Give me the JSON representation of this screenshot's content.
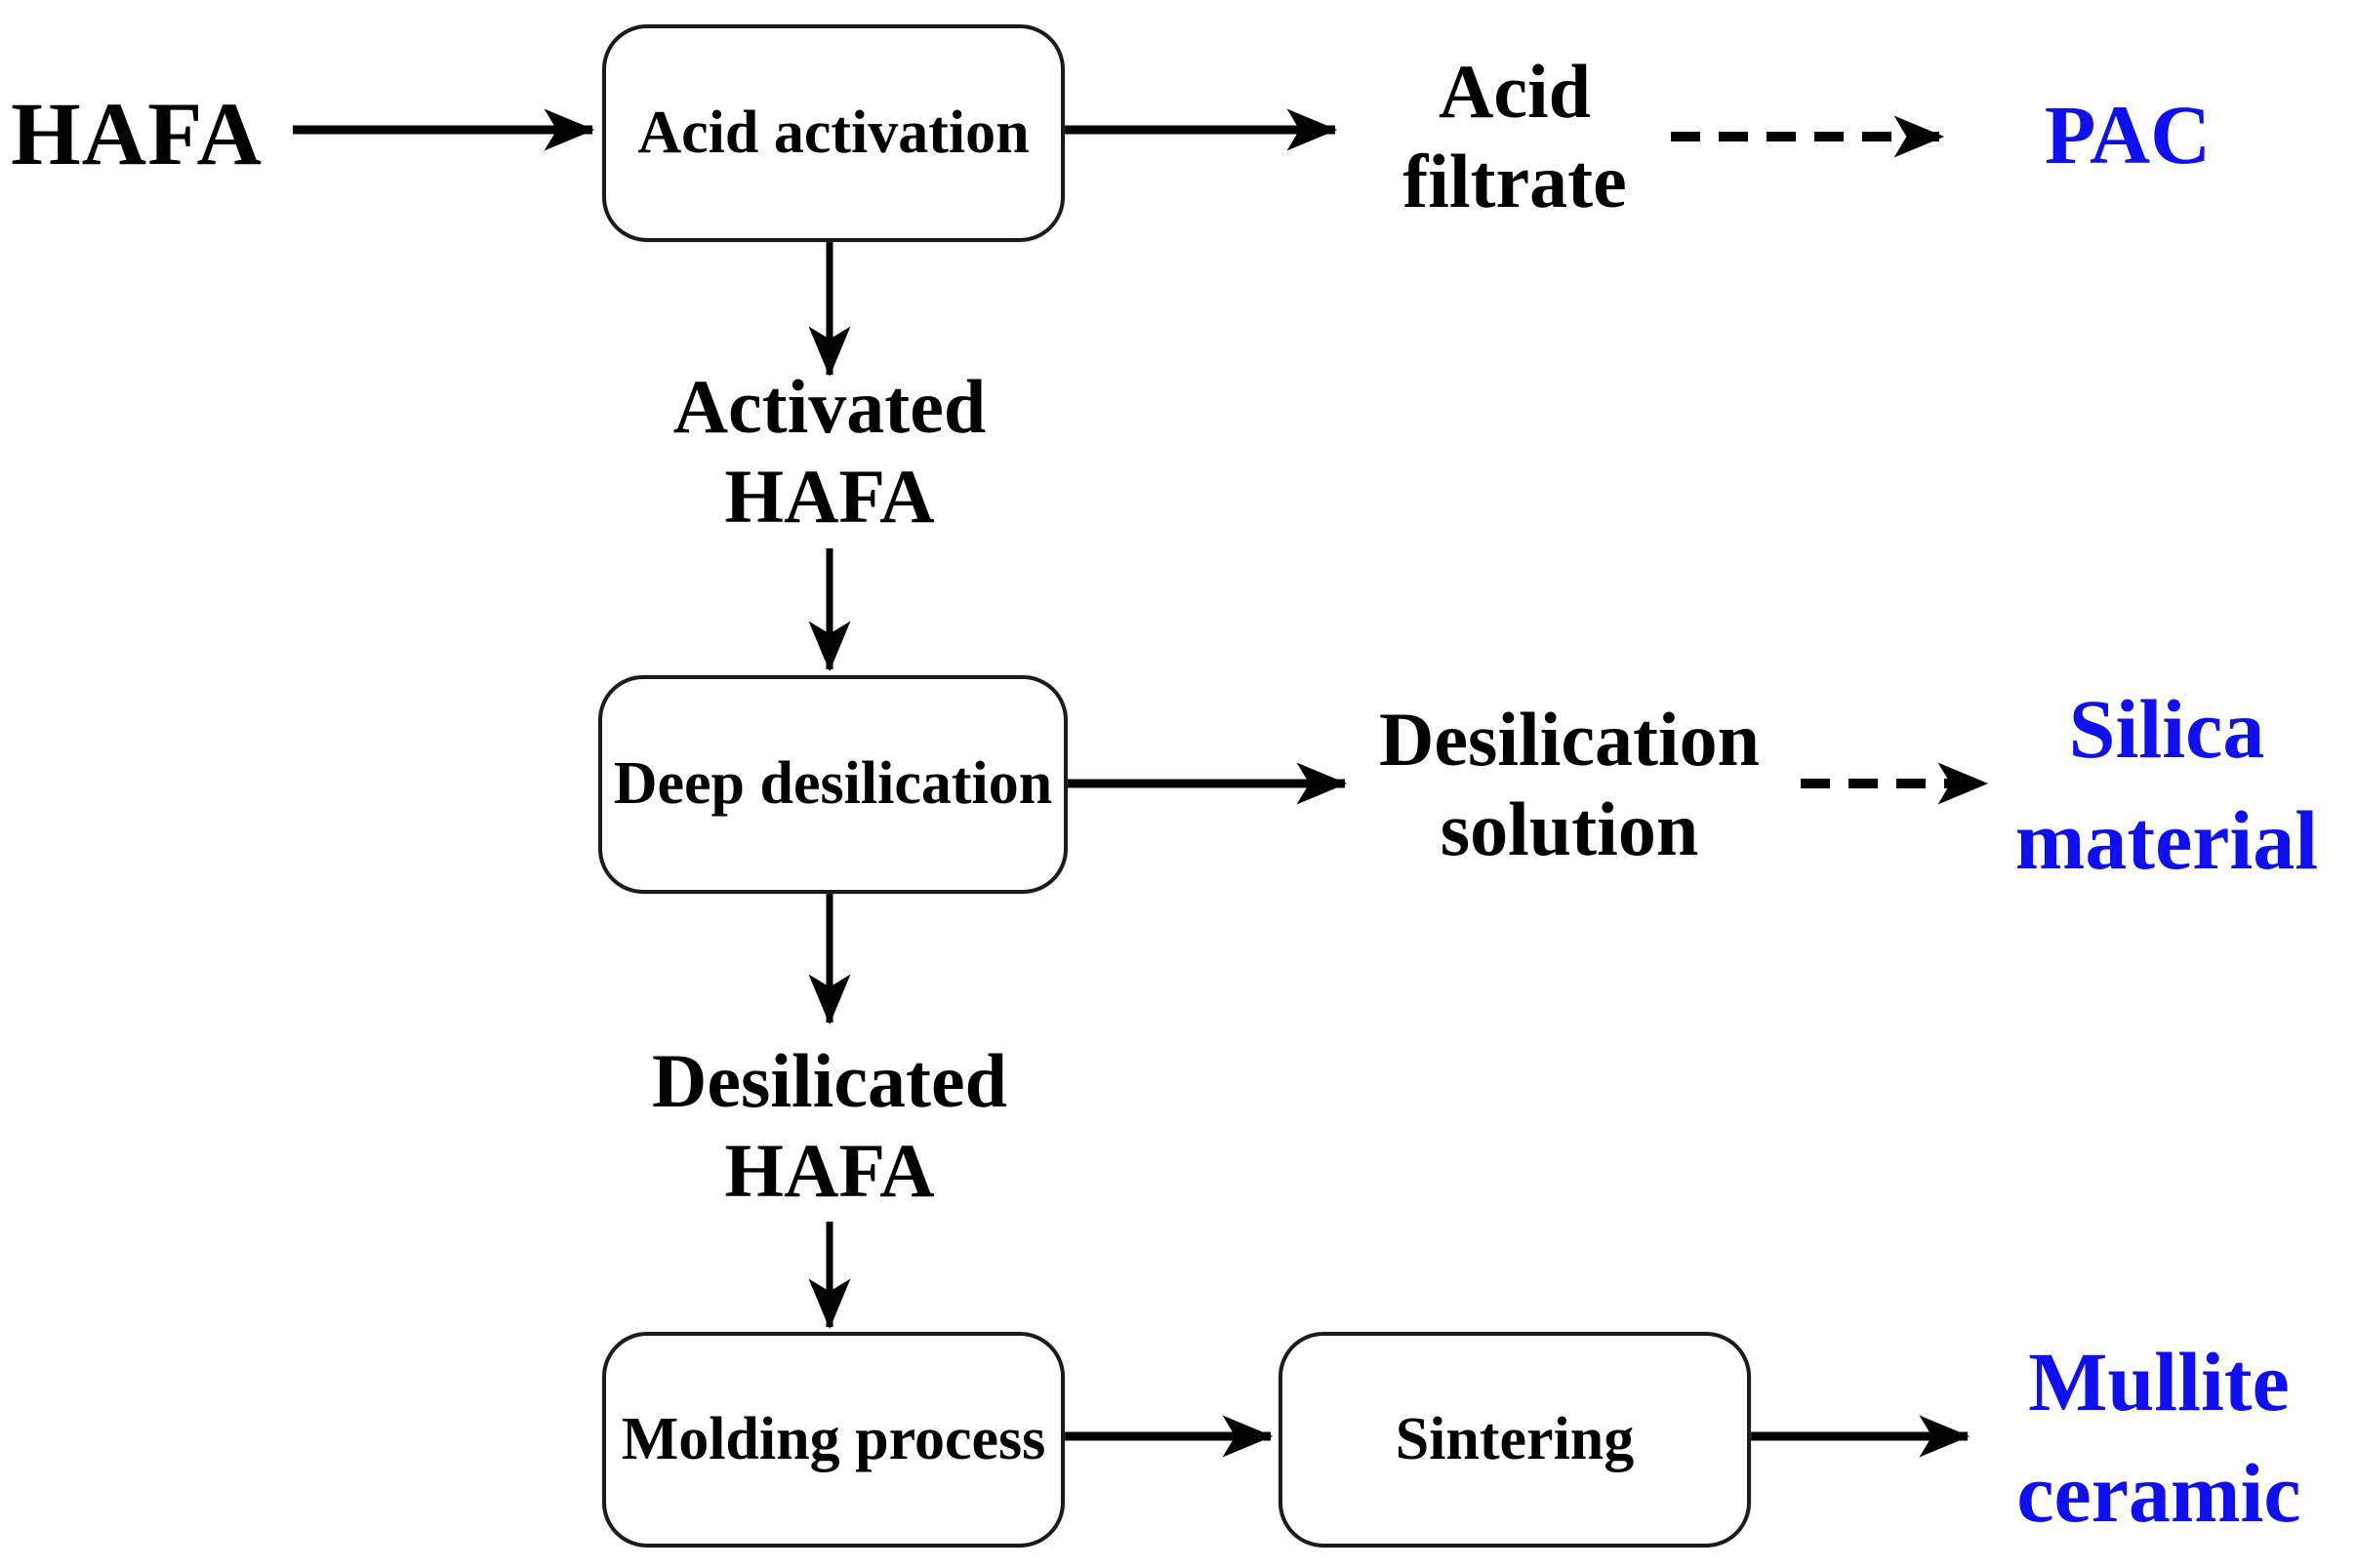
{
  "figure": {
    "background_color": "#ffffff",
    "text_color": "#000000",
    "output_text_color": "#1010ee",
    "line_color": "#000000",
    "nodes": {
      "hafa": {
        "type": "input-material",
        "lines": [
          "HAFA"
        ]
      },
      "acid_activation": {
        "type": "process-box",
        "lines": [
          "Acid",
          "activation"
        ]
      },
      "acid_filtrate": {
        "type": "intermediate-product",
        "lines": [
          "Acid",
          "filtrate"
        ]
      },
      "pac": {
        "type": "final-product",
        "lines": [
          "PAC"
        ]
      },
      "activated_hafa": {
        "type": "intermediate-product",
        "lines": [
          "Activated",
          "HAFA"
        ]
      },
      "deep_desilication": {
        "type": "process-box",
        "lines": [
          "Deep",
          "desilication"
        ]
      },
      "desilication_solution": {
        "type": "intermediate-product",
        "lines": [
          "Desilication",
          "solution"
        ]
      },
      "silica_material": {
        "type": "final-product",
        "lines": [
          "Silica",
          "material"
        ]
      },
      "desilicated_hafa": {
        "type": "intermediate-product",
        "lines": [
          "Desilicated",
          "HAFA"
        ]
      },
      "molding_process": {
        "type": "process-box",
        "lines": [
          "Molding",
          "process"
        ]
      },
      "sintering": {
        "type": "process-box",
        "lines": [
          "Sintering"
        ]
      },
      "mullite_ceramic": {
        "type": "final-product",
        "lines": [
          "Mullite",
          "ceramic"
        ]
      }
    },
    "edges": [
      {
        "from": "hafa",
        "to": "acid_activation",
        "style": "solid"
      },
      {
        "from": "acid_activation",
        "to": "acid_filtrate",
        "style": "solid"
      },
      {
        "from": "acid_filtrate",
        "to": "pac",
        "style": "dashed"
      },
      {
        "from": "acid_activation",
        "to": "activated_hafa",
        "style": "solid"
      },
      {
        "from": "activated_hafa",
        "to": "deep_desilication",
        "style": "solid"
      },
      {
        "from": "deep_desilication",
        "to": "desilication_solution",
        "style": "solid"
      },
      {
        "from": "desilication_solution",
        "to": "silica_material",
        "style": "dashed"
      },
      {
        "from": "deep_desilication",
        "to": "desilicated_hafa",
        "style": "solid"
      },
      {
        "from": "desilicated_hafa",
        "to": "molding_process",
        "style": "solid"
      },
      {
        "from": "molding_process",
        "to": "sintering",
        "style": "solid"
      },
      {
        "from": "sintering",
        "to": "mullite_ceramic",
        "style": "solid"
      }
    ]
  }
}
